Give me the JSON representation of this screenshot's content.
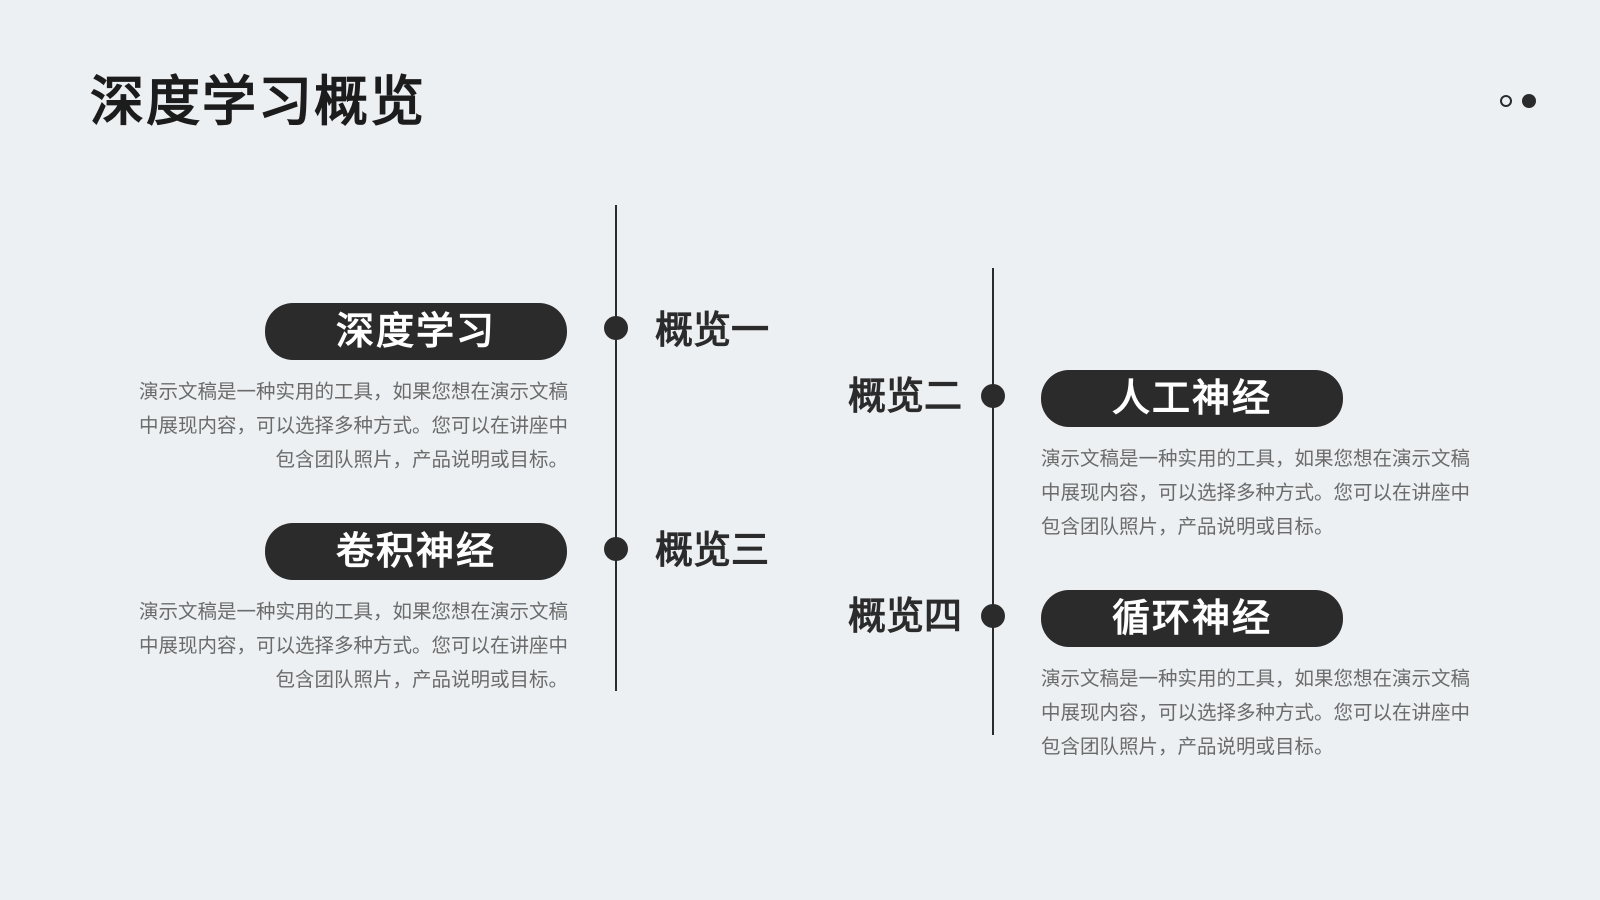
{
  "title": "深度学习概览",
  "colors": {
    "background": "#ecf0f3",
    "accent": "#2b2b2b",
    "pill_text": "#ffffff",
    "description_text": "#6b6b6b"
  },
  "decoration": {
    "icons": [
      "hollow-circle-icon",
      "filled-circle-icon"
    ]
  },
  "items": [
    {
      "heading": "深度学习",
      "overview": "概览一",
      "description_lines": [
        "演示文稿是一种实用的工具，如果您想在演示文稿",
        "中展现内容，可以选择多种方式。您可以在讲座中",
        "包含团队照片，产品说明或目标。"
      ]
    },
    {
      "heading": "人工神经",
      "overview": "概览二",
      "description_lines": [
        "演示文稿是一种实用的工具，如果您想在演示文稿",
        "中展现内容，可以选择多种方式。您可以在讲座中",
        "包含团队照片，产品说明或目标。"
      ]
    },
    {
      "heading": "卷积神经",
      "overview": "概览三",
      "description_lines": [
        "演示文稿是一种实用的工具，如果您想在演示文稿",
        "中展现内容，可以选择多种方式。您可以在讲座中",
        "包含团队照片，产品说明或目标。"
      ]
    },
    {
      "heading": "循环神经",
      "overview": "概览四",
      "description_lines": [
        "演示文稿是一种实用的工具，如果您想在演示文稿",
        "中展现内容，可以选择多种方式。您可以在讲座中",
        "包含团队照片，产品说明或目标。"
      ]
    }
  ]
}
